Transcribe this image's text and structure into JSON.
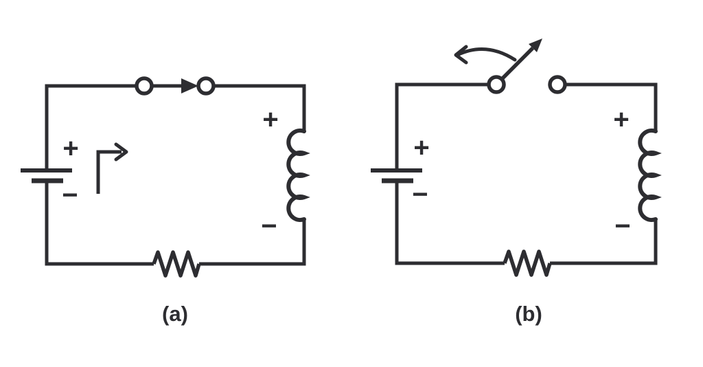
{
  "diagram": {
    "background_color": "#ffffff",
    "stroke_color": "#2d2d31",
    "circuits": [
      {
        "label": "(a)",
        "switch_state": "closed",
        "battery": {
          "positive_label": "+",
          "negative_label": "−"
        },
        "inductor": {
          "positive_label": "+",
          "negative_label": "−"
        }
      },
      {
        "label": "(b)",
        "switch_state": "open",
        "battery": {
          "positive_label": "+",
          "negative_label": "−"
        },
        "inductor": {
          "positive_label": "+",
          "negative_label": "−"
        }
      }
    ]
  }
}
